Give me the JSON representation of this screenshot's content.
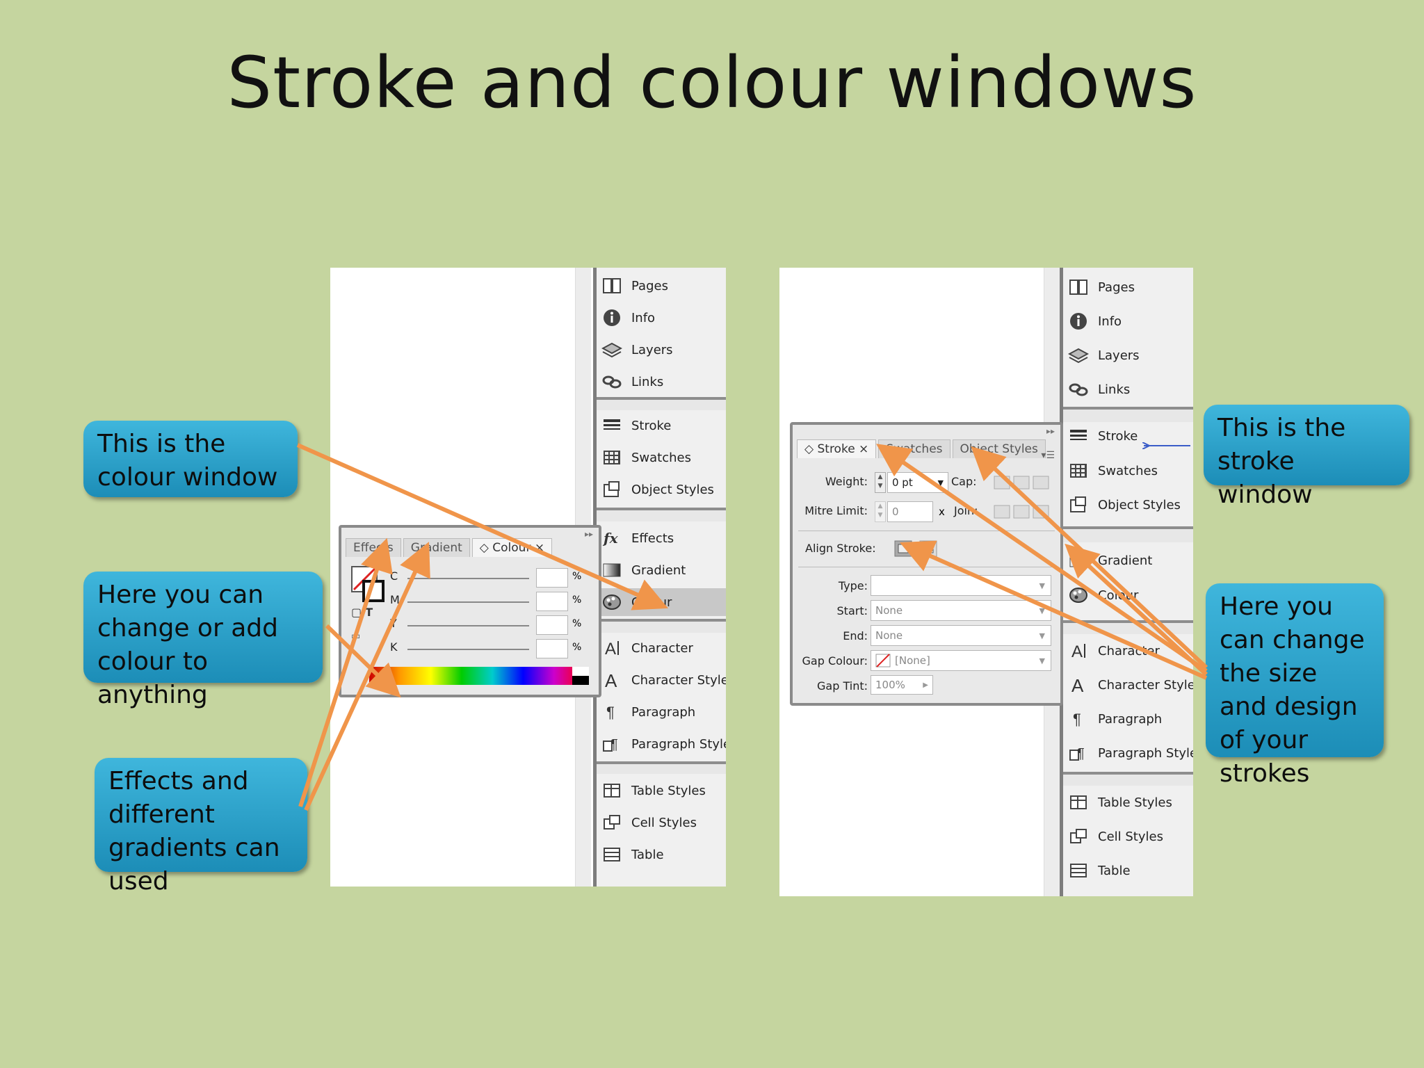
{
  "title": "Stroke and colour windows",
  "left_screenshot": {
    "panel_items": [
      "Pages",
      "Info",
      "Layers",
      "Links",
      "Stroke",
      "Swatches",
      "Object Styles",
      "Effects",
      "Gradient",
      "Colour",
      "Character",
      "Character Styles",
      "Paragraph",
      "Paragraph Styles",
      "Table Styles",
      "Cell Styles",
      "Table"
    ],
    "colour_panel": {
      "tabs": [
        "Effects",
        "Gradient",
        "Colour"
      ],
      "channels": [
        "C",
        "M",
        "Y",
        "K"
      ],
      "percent": "%",
      "type_glyph": "T"
    }
  },
  "right_screenshot": {
    "panel_items": [
      "Pages",
      "Info",
      "Layers",
      "Links",
      "Stroke",
      "Swatches",
      "Object Styles",
      "Gradient",
      "Colour",
      "Character",
      "Character Styles",
      "Paragraph",
      "Paragraph Styles",
      "Table Styles",
      "Cell Styles",
      "Table"
    ],
    "stroke_panel": {
      "tabs": [
        "Stroke",
        "Swatches",
        "Object Styles"
      ],
      "weight_label": "Weight:",
      "weight_value": "0 pt",
      "cap_label": "Cap:",
      "mitre_label": "Mitre Limit:",
      "mitre_value": "0",
      "mitre_x": "x",
      "join_label": "Join:",
      "align_label": "Align Stroke:",
      "type_label": "Type:",
      "start_label": "Start:",
      "start_value": "None",
      "end_label": "End:",
      "end_value": "None",
      "gap_colour_label": "Gap Colour:",
      "gap_colour_value": "[None]",
      "gap_tint_label": "Gap Tint:",
      "gap_tint_value": "100%"
    }
  },
  "callouts": {
    "colour_window": "This is the colour window",
    "change_colour": "Here you can change or add colour to anything",
    "effects_gradients": "Effects and different gradients can used",
    "stroke_window": "This is the stroke window",
    "stroke_size": "Here you can change the size and design of your strokes"
  },
  "colors": {
    "background": "#c5d59f",
    "callout": "#2aa3cc",
    "arrow": "#f0954a"
  }
}
